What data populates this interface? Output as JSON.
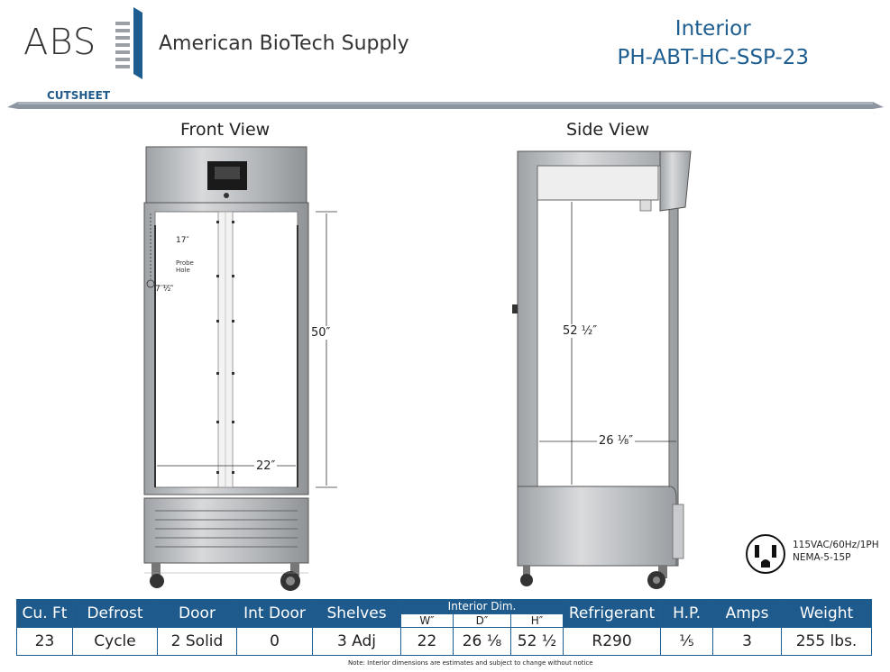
{
  "header": {
    "brand_mark": "ABS",
    "brand_name": "American BioTech Supply",
    "cutsheet": "CUTSHEET",
    "title_line1": "Interior",
    "title_line2": "PH-ABT-HC-SSP-23"
  },
  "front_view": {
    "title": "Front View",
    "dim_top": "17″",
    "probe_line1": "Probe",
    "probe_line2": "Hole",
    "dim_side": "7 ½″",
    "dim_height": "50″",
    "dim_width": "22″"
  },
  "side_view": {
    "title": "Side View",
    "dim_height": "52 ½″",
    "dim_depth": "26 ⅛″"
  },
  "plug": {
    "line1": "115VAC/60Hz/1PH",
    "line2": "NEMA-5-15P"
  },
  "table": {
    "headers": {
      "cu_ft": "Cu. Ft",
      "defrost": "Defrost",
      "door": "Door",
      "int_door": "Int Door",
      "shelves": "Shelves",
      "interior_dim": "Interior Dim.",
      "w": "W″",
      "d": "D″",
      "h": "H″",
      "refrigerant": "Refrigerant",
      "hp": "H.P.",
      "amps": "Amps",
      "weight": "Weight"
    },
    "values": {
      "cu_ft": "23",
      "defrost": "Cycle",
      "door": "2 Solid",
      "int_door": "0",
      "shelves": "3 Adj",
      "w": "22",
      "d": "26 ⅛",
      "h": "52 ½",
      "refrigerant": "R290",
      "hp": "⅕",
      "amps": "3",
      "weight": "255 lbs."
    }
  },
  "footnote": "Note: Interior dimensions are estimates and subject to change without notice",
  "colors": {
    "brand_blue": "#1d5d90",
    "table_header": "#1f5a8c",
    "steel": "#b9bcbf"
  }
}
